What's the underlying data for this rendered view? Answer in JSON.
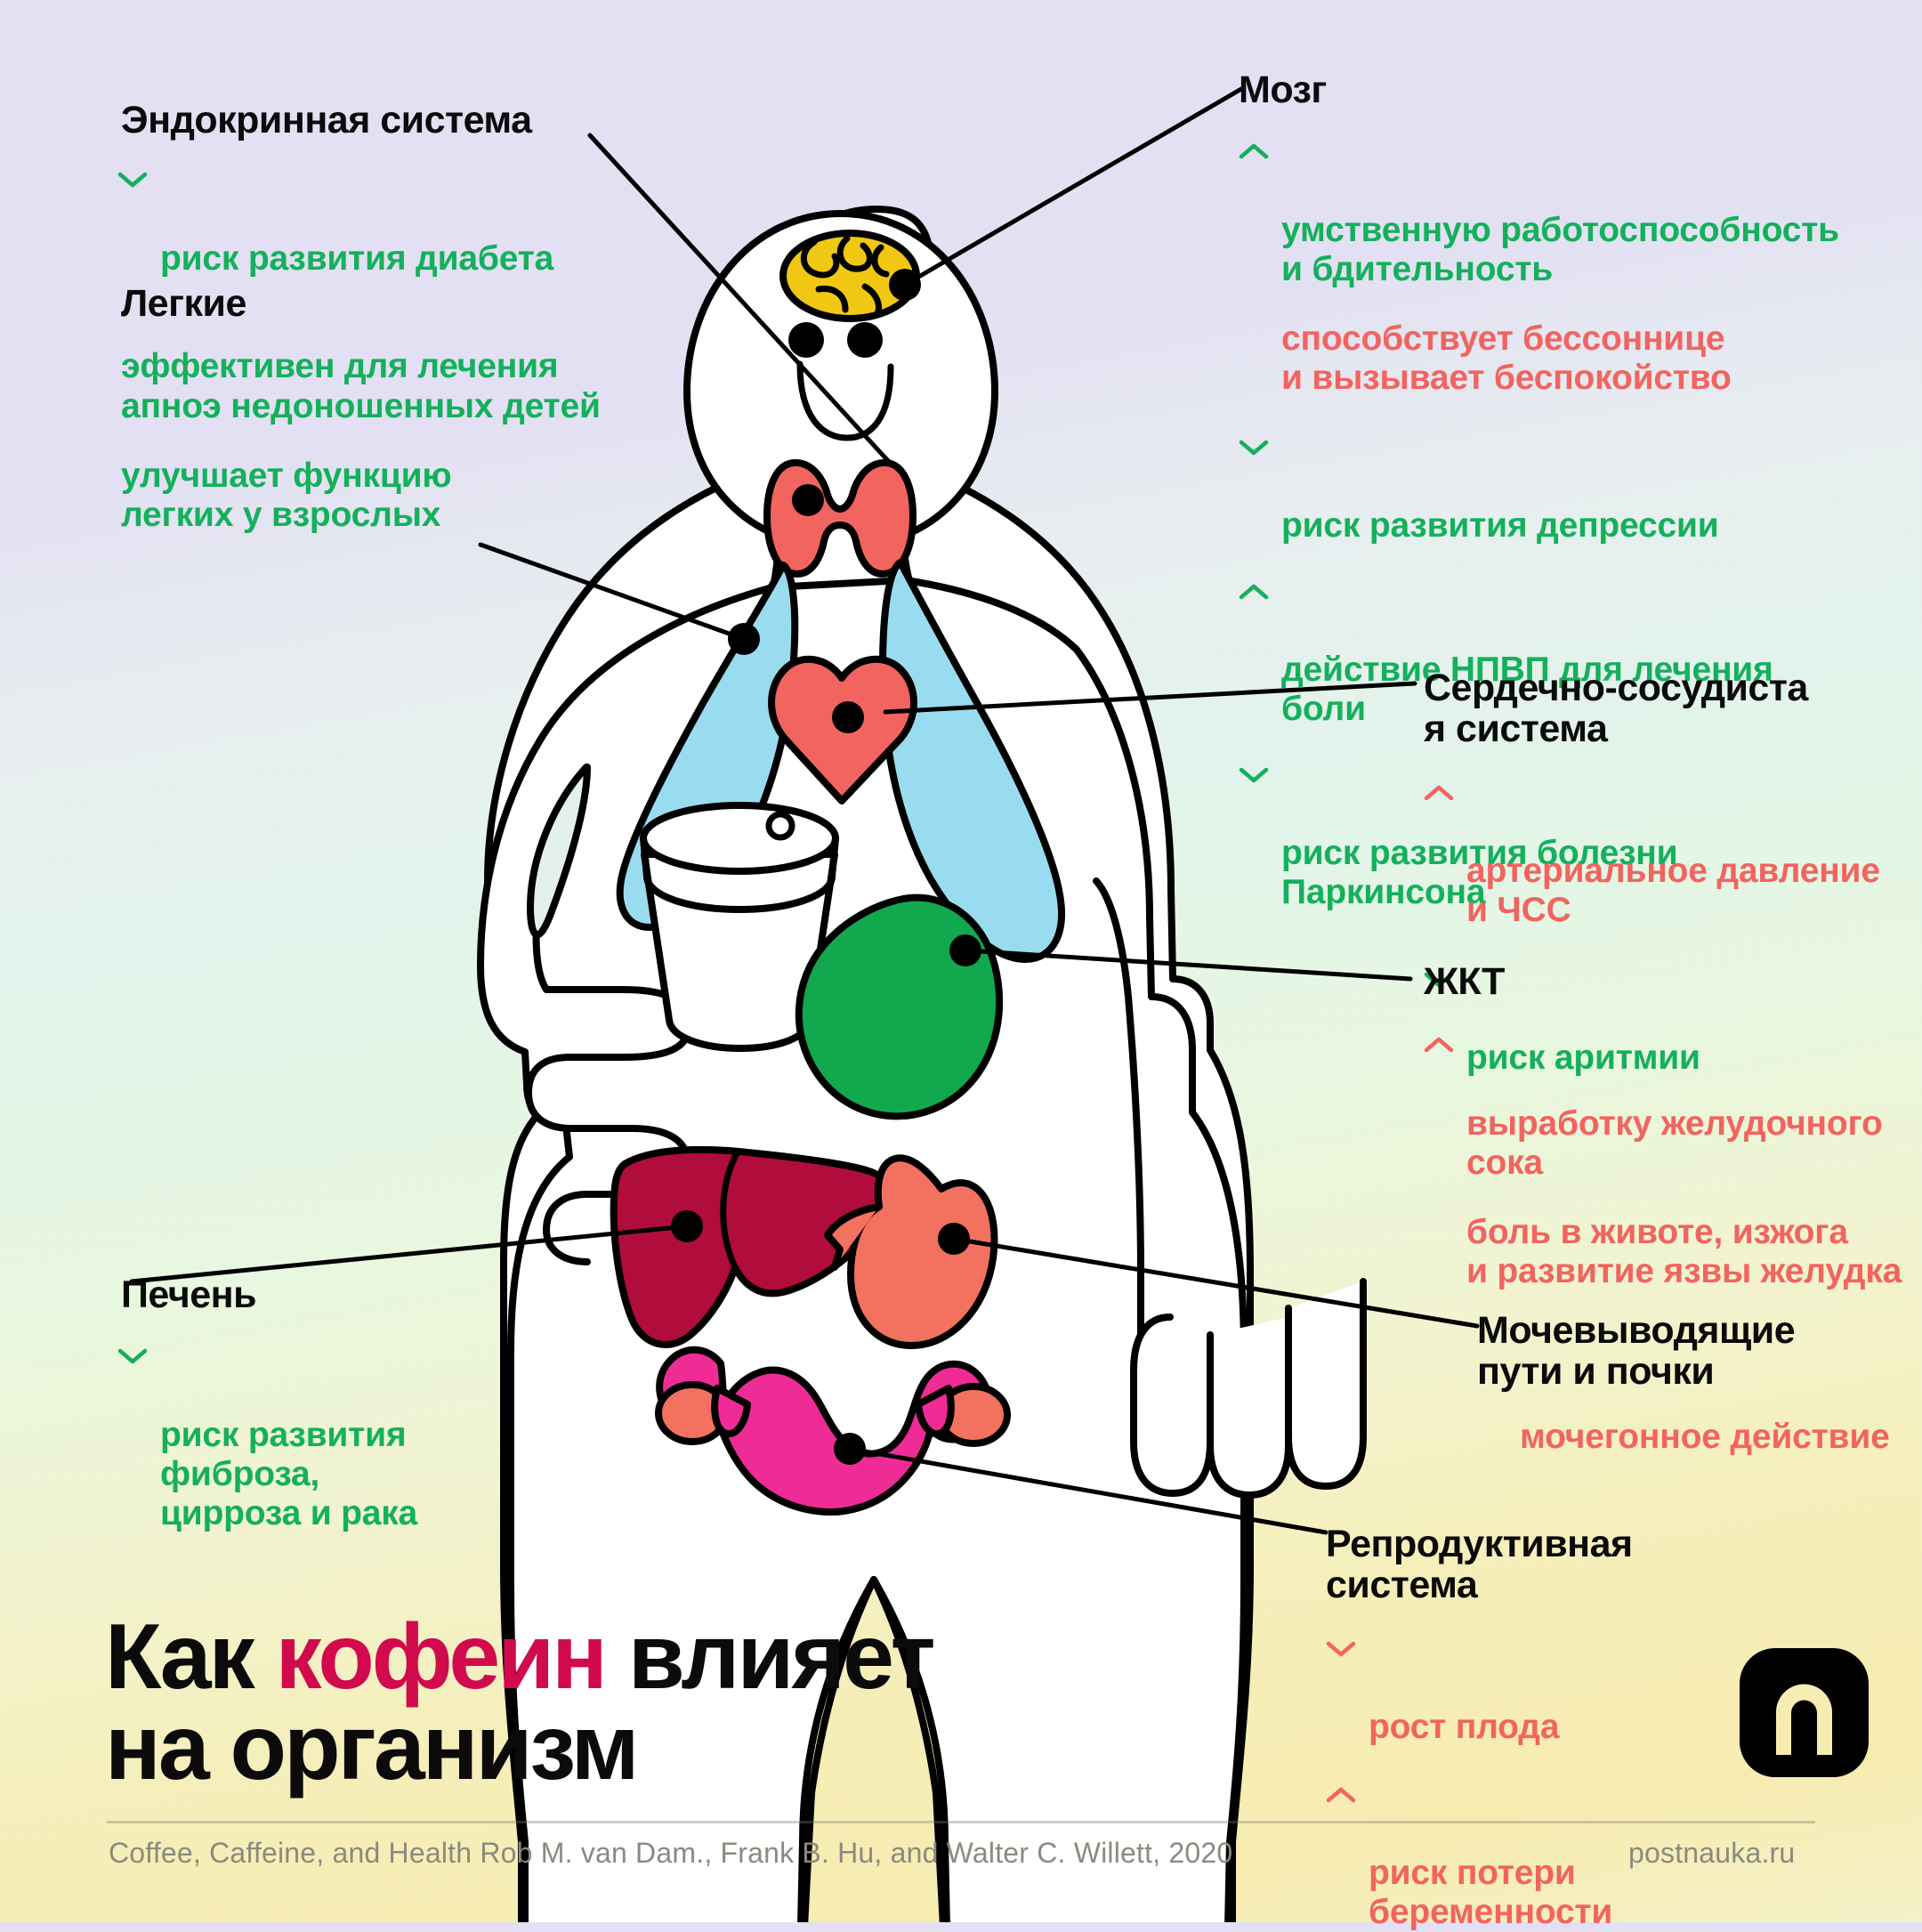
{
  "title": {
    "line1_before": "Как ",
    "line1_keyword": "кофеин",
    "line1_after": " влияет",
    "line2": "на организм"
  },
  "footer": {
    "citation": "Coffee, Caffeine, and Health Rob M. van Dam., Frank B. Hu, and Walter C. Willett, 2020",
    "site": "postnauka.ru"
  },
  "logo": {
    "name": "postnauka-logo",
    "letter": "n"
  },
  "sections": {
    "endocrine": {
      "heading": "Эндокринная система",
      "items": [
        {
          "arrow": "down",
          "color": "green",
          "text": "риск развития диабета"
        }
      ]
    },
    "lungs": {
      "heading": "Легкие",
      "items": [
        {
          "arrow": "none",
          "color": "green",
          "text": "эффективен для лечения\nапноэ недоношенных детей"
        },
        {
          "arrow": "none",
          "color": "green",
          "text": "улучшает функцию\nлегких у взрослых"
        }
      ]
    },
    "brain": {
      "heading": "Мозг",
      "items": [
        {
          "arrow": "up",
          "color": "green",
          "text": "умственную работоспособность\nи бдительность"
        },
        {
          "arrow": "none",
          "color": "red",
          "text": "способствует бессоннице\nи вызывает беспокойство"
        },
        {
          "arrow": "down",
          "color": "green",
          "text": "риск развития депрессии"
        },
        {
          "arrow": "up",
          "color": "green",
          "text": "действие НПВП для лечения\nболи"
        },
        {
          "arrow": "down",
          "color": "green",
          "text": "риск развития болезни\nПаркинсона"
        }
      ]
    },
    "cardio": {
      "heading": "Сердечно-сосудиста\nя система",
      "items": [
        {
          "arrow": "up",
          "color": "red",
          "text": "артериальное давление\nи ЧСС"
        },
        {
          "arrow": "down",
          "color": "green",
          "text": "риск аритмии"
        }
      ]
    },
    "gi": {
      "heading": "ЖКТ",
      "items": [
        {
          "arrow": "up",
          "color": "red",
          "text": "выработку желудочного\nсока"
        },
        {
          "arrow": "none",
          "color": "red",
          "text": "боль в животе, изжога\nи развитие язвы желудка"
        }
      ]
    },
    "urinary": {
      "heading": "Мочевыводящие\nпути и почки",
      "items": [
        {
          "arrow": "none",
          "color": "red",
          "text": "мочегонное действие"
        }
      ]
    },
    "reproductive": {
      "heading": "Репродуктивная\nсистема",
      "items": [
        {
          "arrow": "down",
          "color": "red",
          "text": "рост плода"
        },
        {
          "arrow": "up",
          "color": "red",
          "text": "риск потери\nбеременности"
        }
      ]
    },
    "liver": {
      "heading": "Печень",
      "items": [
        {
          "arrow": "down",
          "color": "green",
          "text": "риск развития\nфиброза,\nцирроза и рака"
        }
      ]
    }
  },
  "figure": {
    "organs": [
      {
        "name": "brain",
        "color": "#f0c713"
      },
      {
        "name": "thyroid",
        "color": "#f2645f"
      },
      {
        "name": "lungs",
        "color": "#9adcef"
      },
      {
        "name": "heart",
        "color": "#f2645f"
      },
      {
        "name": "stomach",
        "color": "#12a84e"
      },
      {
        "name": "liver",
        "color": "#b00c3c"
      },
      {
        "name": "kidney",
        "color": "#f2715f"
      },
      {
        "name": "uterus",
        "color": "#ef2b96"
      },
      {
        "name": "coffee-cup",
        "color": "#ffffff"
      }
    ],
    "body_fill": "#ffffff",
    "stroke": "#000000"
  },
  "colors": {
    "green": "#14b05c",
    "red": "#f2645f",
    "title_keyword": "#d10a4e",
    "text": "#0b0b0b",
    "muted": "#8a8a80"
  }
}
